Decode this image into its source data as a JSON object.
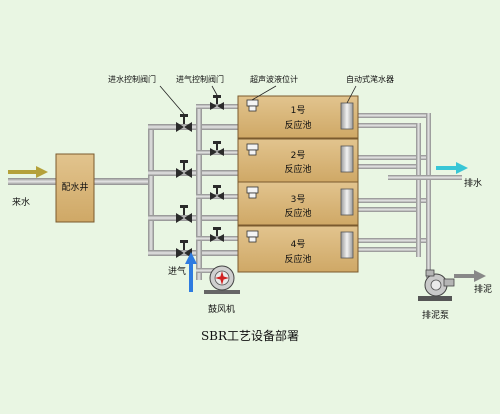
{
  "diagram": {
    "title": "SBR工艺设备部署",
    "labels": {
      "inlet_water_valve": "进水控制阀门",
      "inlet_air_valve": "进气控制阀门",
      "ultrasonic_level": "超声波液位计",
      "auto_decanter": "自动式滗水器",
      "incoming_water": "来水",
      "distribution_well": "配水井",
      "air_inlet": "进气",
      "blower": "鼓风机",
      "discharge_water": "排水",
      "sludge_pump": "排泥泵",
      "sludge_discharge": "排泥"
    },
    "reactors": [
      {
        "number": "1号",
        "name": "反应池"
      },
      {
        "number": "2号",
        "name": "反应池"
      },
      {
        "number": "3号",
        "name": "反应池"
      },
      {
        "number": "4号",
        "name": "反应池"
      }
    ],
    "colors": {
      "background": "#e9f6e3",
      "tank_fill": "#d9b67c",
      "tank_stroke": "#7a5a2e",
      "pipe": "#b9b9b9",
      "inflow_arrow": "#b4a13a",
      "discharge_arrow": "#38c6d6",
      "air_arrow": "#2e7be0",
      "sludge_arrow": "#888888"
    }
  }
}
